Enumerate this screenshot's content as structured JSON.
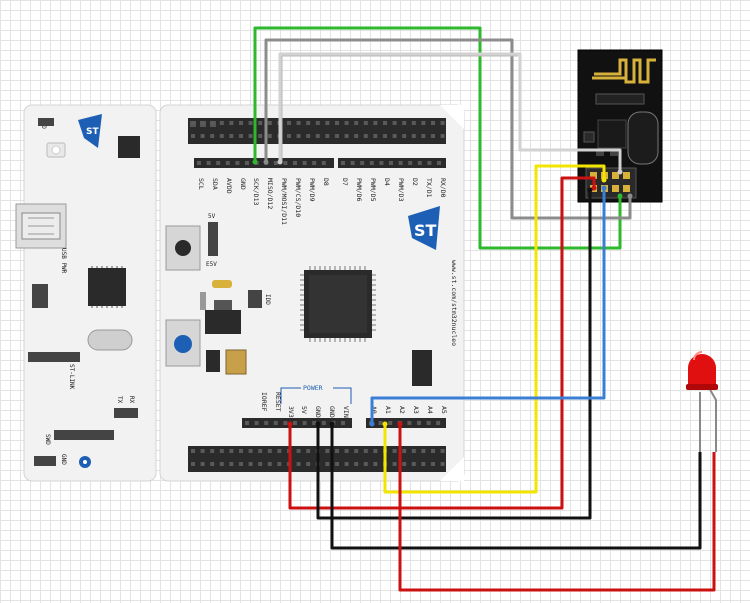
{
  "board": {
    "left_labels": {
      "gnd": "GND",
      "usb_pwr": "USB PWR",
      "st_link": "ST-LINK",
      "swd": "SWD",
      "gnd2": "GND",
      "tx": "TX",
      "rx": "RX"
    },
    "top_header_labels": [
      "SCL",
      "SDA",
      "AVDD",
      "GND",
      "SCK/D13",
      "MISO/D12",
      "PWM/MOSI/D11",
      "PWM/CS/D10",
      "PWM/D9",
      "D8"
    ],
    "top_header_labels_right": [
      "D7",
      "PWM/D6",
      "PWM/D5",
      "D4",
      "PWM/D3",
      "D2",
      "TX/D1",
      "RX/D0"
    ],
    "power_title": "POWER",
    "power_labels": [
      "IOREF",
      "RESET",
      "3V3",
      "5V",
      "GND",
      "GND",
      "VIN"
    ],
    "analog_labels": [
      "A0",
      "A1",
      "A2",
      "A3",
      "A4",
      "A5"
    ],
    "jumper_5v": "5V",
    "jumper_e5v": "E5V",
    "jumper_idd": "IDD",
    "website": "www.st.com/stm32nucleo",
    "logo": "ST"
  },
  "components": {
    "radio_module": "nRF24L01",
    "led": "LED"
  },
  "colors": {
    "board": "#f2f2f2",
    "board_edge": "#d0d0d0",
    "header": "#2b2b2b",
    "wire_green": "#2db82d",
    "wire_gray": "#8c8c8c",
    "wire_lightgray": "#cfcfcf",
    "wire_yellow": "#f2e600",
    "wire_red": "#cc1111",
    "wire_black": "#111111",
    "wire_blue": "#3a7fd5",
    "st_blue": "#1d5fb4",
    "led_red": "#e01010",
    "gold": "#d8b13a"
  }
}
